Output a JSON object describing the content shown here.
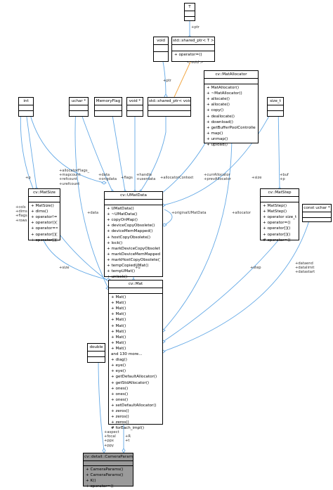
{
  "nodes": {
    "T": {
      "title": "T"
    },
    "void1": {
      "title": "void"
    },
    "sharedT": {
      "title": "std::shared_ptr< T >",
      "ops": [
        "+ operator=()"
      ]
    },
    "sharedVoid": {
      "title": "std::shared_ptr< void >"
    },
    "matAllocator": {
      "title": "cv::MatAllocator",
      "ops": [
        "+ MatAllocator()",
        "+ ~MatAllocator()",
        "+ allocate()",
        "+ allocate()",
        "+ copy()",
        "+ deallocate()",
        "+ download()",
        "+ getBufferPoolController()",
        "+ map()",
        "+ unmap()",
        "+ upload()"
      ]
    },
    "int": {
      "title": "int"
    },
    "ucharPtr": {
      "title": "uchar *"
    },
    "memoryFlag": {
      "title": "MemoryFlag"
    },
    "voidPtr": {
      "title": "void *"
    },
    "sizeT": {
      "title": "size_t"
    },
    "umatData": {
      "title": "cv::UMatData",
      "ops": [
        "+ UMatData()",
        "+ ~UMatData()",
        "+ copyOnMap()",
        "+ deviceCopyObsolete()",
        "+ deviceMemMapped()",
        "+ hostCopyObsolete()",
        "+ lock()",
        "+ markDeviceCopyObsolete()",
        "+ markDeviceMemMapped()",
        "+ markHostCopyObsolete()",
        "+ tempCopiedUMat()",
        "+ tempUMat()",
        "+ unlock()"
      ]
    },
    "matSize": {
      "title": "cv::MatSize",
      "ops": [
        "+ MatSize()",
        "+ dims()",
        "+ operator!=()",
        "+ operator()()",
        "+ operator==()",
        "+ operator[]()",
        "+ operator[]()"
      ]
    },
    "matStep": {
      "title": "cv::MatStep",
      "ops": [
        "+ MatStep()",
        "+ MatStep()",
        "+ operator size_t()",
        "+ operator=()",
        "+ operator[]()",
        "+ operator[]()",
        "# operator=()"
      ]
    },
    "constUchar": {
      "title": "const uchar *"
    },
    "mat": {
      "title": "cv::Mat",
      "ops": [
        "+ Mat()",
        "+ Mat()",
        "+ Mat()",
        "+ Mat()",
        "+ Mat()",
        "+ Mat()",
        "+ Mat()",
        "+ Mat()",
        "+ Mat()",
        "+ Mat()",
        "and 130 more...",
        "+ diag()",
        "+ eye()",
        "+ eye()",
        "+ getDefaultAllocator()",
        "+ getStdAllocator()",
        "+ ones()",
        "+ ones()",
        "+ ones()",
        "+ setDefaultAllocator()",
        "+ zeros()",
        "+ zeros()",
        "+ zeros()",
        "# forEach_impl()"
      ]
    },
    "double": {
      "title": "double"
    },
    "cameraParams": {
      "title": "cv::detail::CameraParams",
      "ops": [
        "+ CameraParams()",
        "+ CameraParams()",
        "+ K()",
        "+ operator=()"
      ]
    }
  },
  "edge_labels": {
    "ptr1": "+ptr",
    "voidLabel": "< void >",
    "ptr2": "+ptr",
    "allocFlags": "+allocatorFlags_\n+mapcount\n+refcount\n+urefcount",
    "dataOrig": "+data\n+origdata",
    "flags": "+flags",
    "handle": "+handle\n+userdata",
    "allocCtx": "+allocatorContext",
    "curAlloc": "+currAllocator\n+prevAllocator",
    "size1": "+size",
    "buf": "+buf\n+p",
    "p": "+p",
    "cols": "+cols\n+dims\n+flags\n+rows",
    "dataL": "+data",
    "origUMat": "+originalUMatData",
    "allocator": "+allocator",
    "dataend": "+dataend\n+datalimit\n+datastart",
    "size2": "+size",
    "u": "+u",
    "step": "+step",
    "aspect": "+aspect\n+focal\n+ppx\n+ppy",
    "Rt": "+R\n+t"
  }
}
